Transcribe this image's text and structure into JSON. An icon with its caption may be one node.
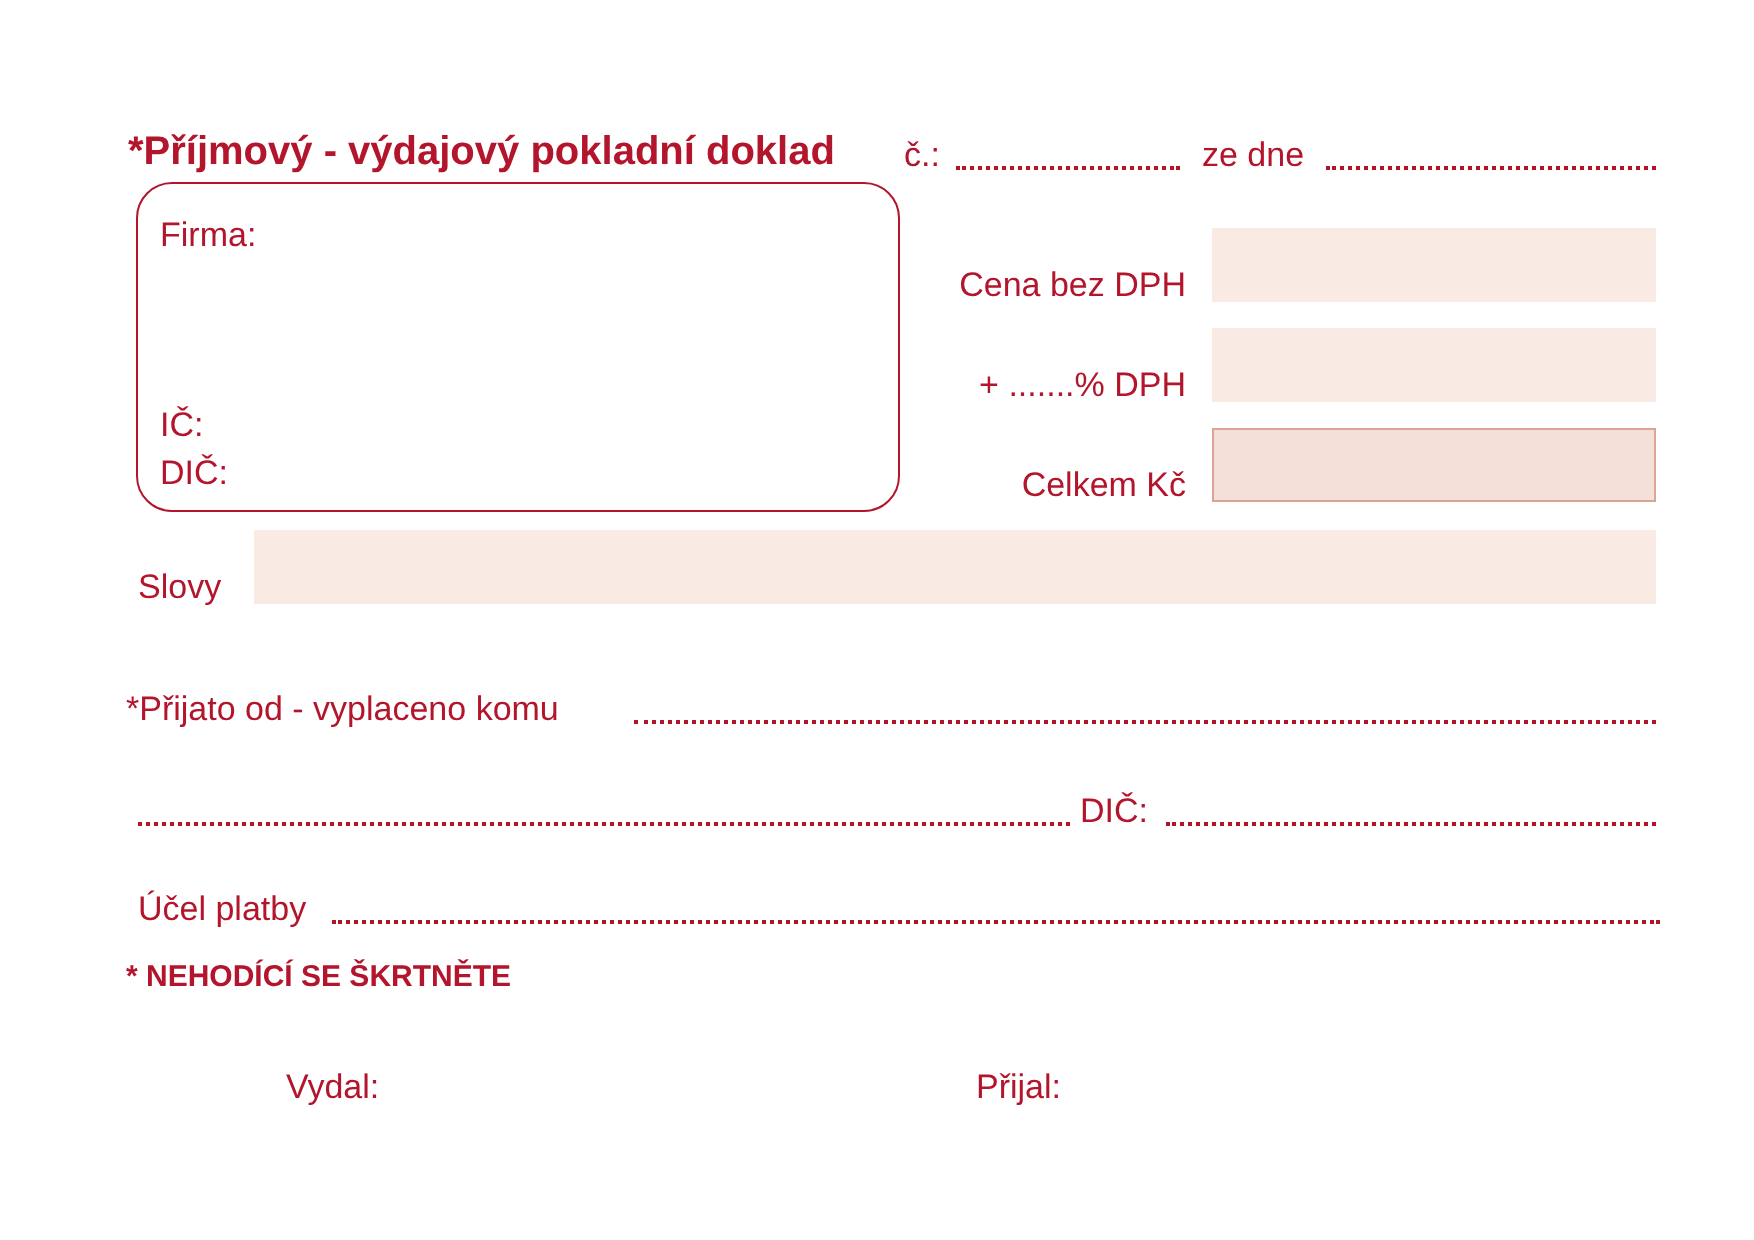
{
  "diagram": {
    "title": "*Příjmový - výdajový pokladní doklad",
    "nodes": [
      {
        "text": [
          "Firma:",
          "IČ:",
          "DIČ:"
        ]
      },
      {
        "text": [],
        "shape": "box",
        "beside": [
          "Cena bez DPH"
        ]
      },
      {
        "text": [],
        "shape": "box",
        "beside": [
          "+ .......% DPH"
        ]
      },
      {
        "text": [],
        "shape": "box",
        "beside": [
          "Celkem Kč"
        ]
      },
      {
        "text": [],
        "shape": "box",
        "beside": [
          "Slovy"
        ]
      }
    ],
    "labels": [
      "č.:",
      "ze dne",
      "*Přijato od - vyplaceno komu",
      "DIČ:",
      "Účel platby",
      "* NEHODÍCÍ SE ŠKRTNĚTE",
      "Vydal:",
      "Přijal:"
    ]
  }
}
